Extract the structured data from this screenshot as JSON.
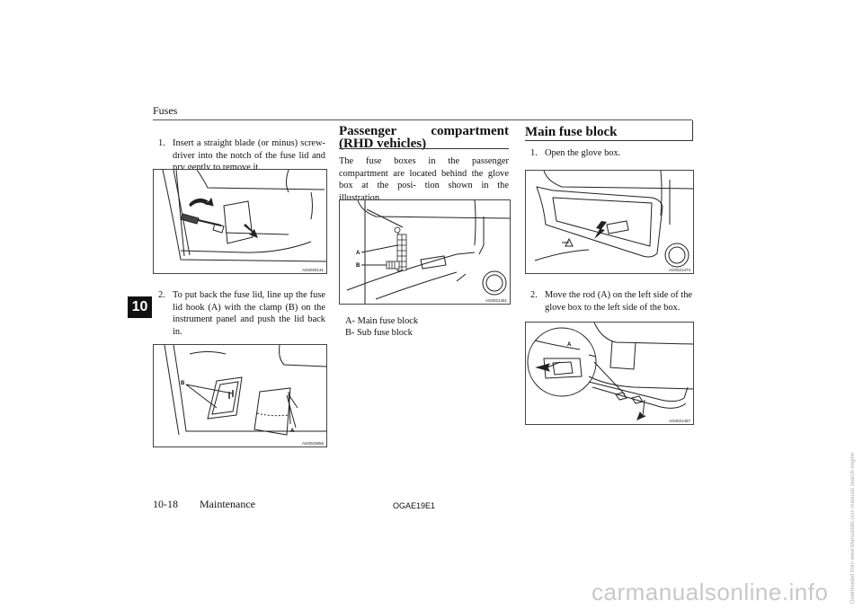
{
  "header": {
    "title": "Fuses"
  },
  "chapter_tab": "10",
  "left_column": {
    "step1": {
      "num": "1.",
      "text": "Insert a straight blade (or minus) screw- driver into the notch of the fuse lid and pry gently to remove it."
    },
    "figure1": {
      "code": "AG0026131"
    },
    "step2": {
      "num": "2.",
      "text": "To put back the fuse lid, line up the fuse lid hook (A) with the clamp (B) on the instrument panel and push the lid back in."
    },
    "figure2": {
      "code": "AG0023856",
      "label_a": "A",
      "label_b": "B"
    }
  },
  "middle_column": {
    "heading": "Passenger compartment (RHD vehicles)",
    "body": "The fuse boxes in the passenger compartment are located behind the glove box at the posi- tion shown in the illustration.",
    "figure": {
      "code": "AG0021461",
      "label_a": "A",
      "label_b": "B"
    },
    "legend": [
      {
        "key": "A-",
        "text": "Main fuse block"
      },
      {
        "key": "B-",
        "text": "Sub fuse block"
      }
    ]
  },
  "right_column": {
    "heading": "Main fuse block",
    "step1": {
      "num": "1.",
      "text": "Open the glove box."
    },
    "figure1": {
      "code": "AG0021474"
    },
    "step2": {
      "num": "2.",
      "text": "Move the rod (A) on the left side of the glove box to the left side of the box."
    },
    "figure2": {
      "code": "AG0021487",
      "label_a": "A"
    }
  },
  "footer": {
    "page": "10-18",
    "section": "Maintenance",
    "doc_code": "OGAE19E1"
  },
  "watermark": "carmanualsonline.info",
  "side_watermark": "Downloaded from www.Manualslib.com manuals search engine"
}
